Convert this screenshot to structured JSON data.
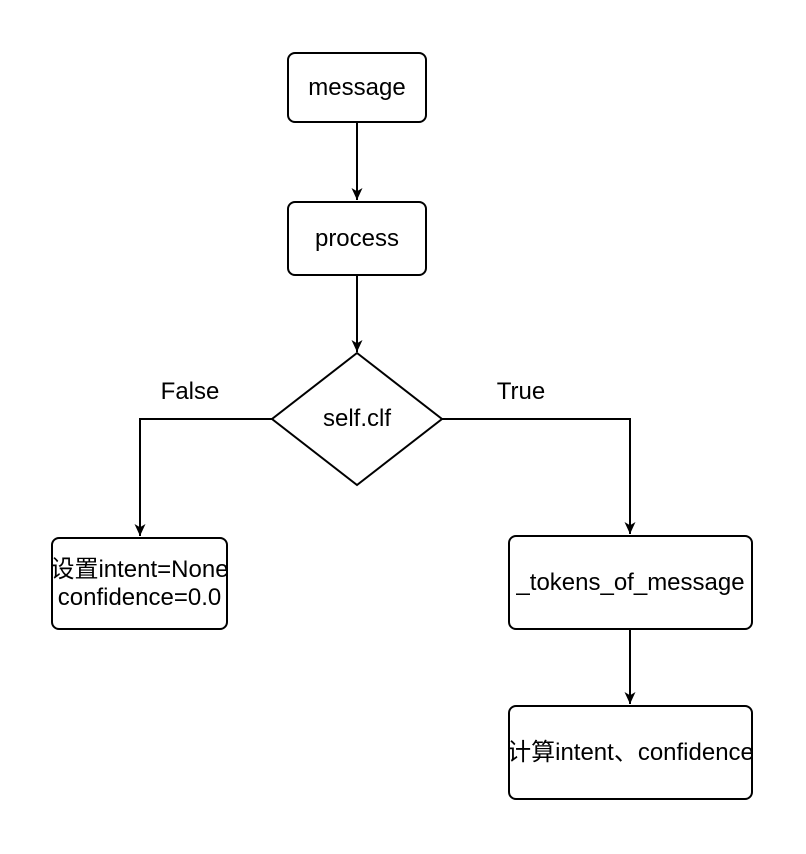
{
  "canvas": {
    "background": "#ffffff",
    "stroke_color": "#000000"
  },
  "nodes": {
    "message": {
      "label": "message"
    },
    "process": {
      "label": "process"
    },
    "decision": {
      "label": "self.clf"
    },
    "set_defaults": {
      "line1": "设置intent=None",
      "line2": "confidence=0.0"
    },
    "tokenize": {
      "label": "_tokens_of_message"
    },
    "compute": {
      "label": "计算intent、confidence"
    }
  },
  "edge_labels": {
    "false_branch": "False",
    "true_branch": "True"
  }
}
